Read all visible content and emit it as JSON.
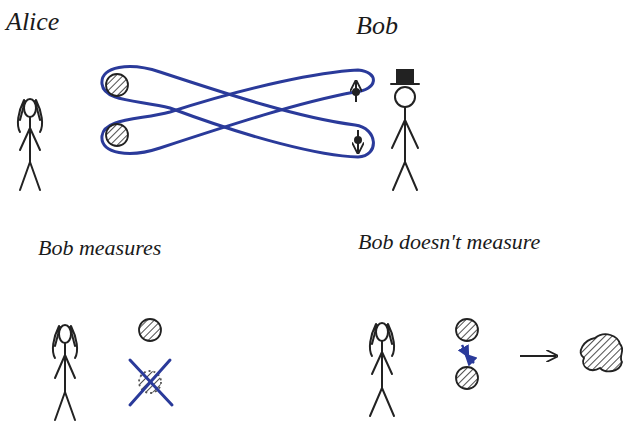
{
  "diagram": {
    "labels": [
      "Alice",
      "Bob",
      "Bob measures",
      "Bob doesn't measure"
    ]
  }
}
